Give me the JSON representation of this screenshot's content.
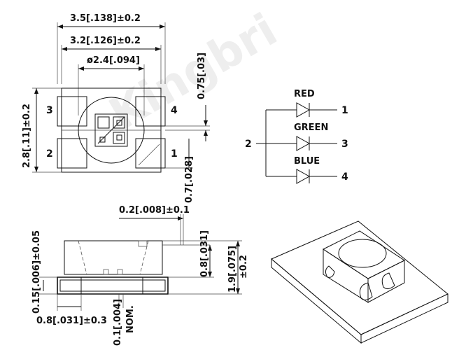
{
  "watermark": "Kingbri",
  "top_view": {
    "dim_overall_width": "3.5[.138]±0.2",
    "dim_body_width": "3.2[.126]±0.2",
    "dim_lens_diameter": "ø2.4[.094]",
    "dim_pad_gap": "0.75[.03]",
    "dim_height": "2.8[.11]±0.2",
    "dim_pad_width": "0.7[.028]",
    "pins": [
      "3",
      "4",
      "2",
      "1"
    ]
  },
  "schematic": {
    "common_pin": "2",
    "leds": [
      {
        "color": "RED",
        "pin": "1"
      },
      {
        "color": "GREEN",
        "pin": "3"
      },
      {
        "color": "BLUE",
        "pin": "4"
      }
    ]
  },
  "side_view": {
    "dim_top_pad": "0.2[.008]±0.1",
    "dim_side_left": "0.15[.006]±0.05",
    "dim_lead_len": "0.8[.031]",
    "dim_height_a": "1.9[.075]",
    "dim_height_b": "±0.2",
    "dim_bottom_lead": "0.8[.031]±0.3",
    "dim_standoff": "0.1[.004]",
    "dim_nom": "NOM."
  },
  "colors": {
    "line": "#111111",
    "watermark": "#eeeeee",
    "fill_shade": "#d8d8d8"
  }
}
